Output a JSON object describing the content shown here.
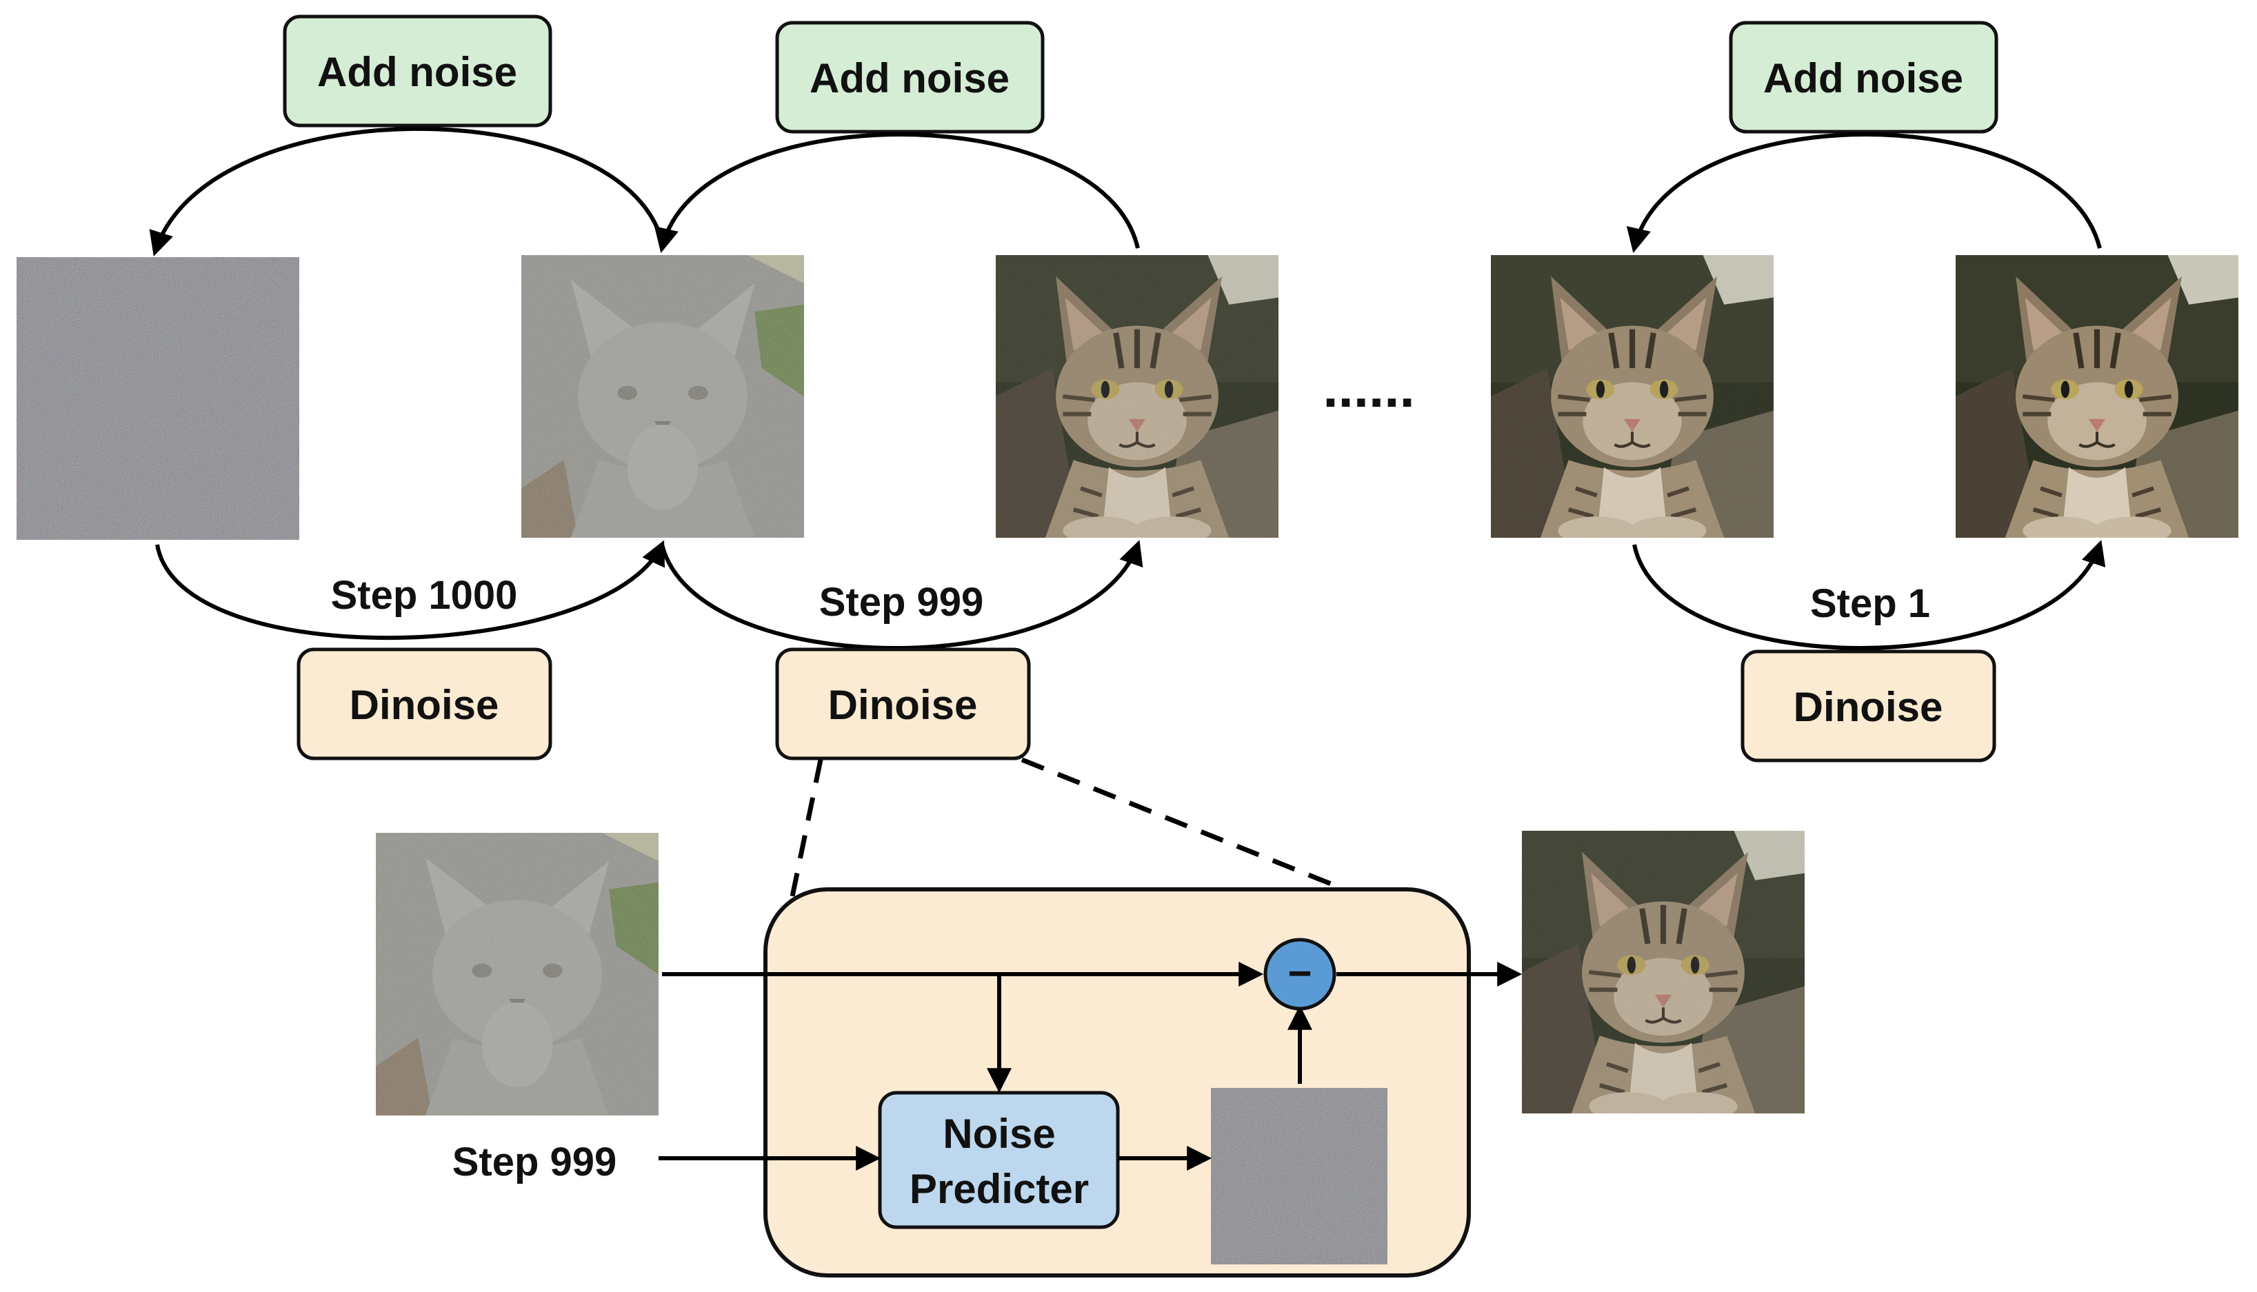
{
  "forward": {
    "add_noise_1": "Add noise",
    "add_noise_2": "Add noise",
    "add_noise_3": "Add noise"
  },
  "reverse": {
    "dinoise_1": "Dinoise",
    "dinoise_2": "Dinoise",
    "dinoise_3": "Dinoise",
    "step_1000": "Step 1000",
    "step_999": "Step 999",
    "step_1": "Step 1"
  },
  "ellipsis": "......",
  "detail": {
    "step_input": "Step 999",
    "noise_predicter_line1": "Noise",
    "noise_predicter_line2": "Predicter",
    "minus_symbol": "−"
  },
  "colors": {
    "add_noise_fill": "#d5ecd5",
    "dinoise_fill": "#fcebd3",
    "detail_panel_fill": "#fcebd3",
    "noise_predicter_fill": "#bdd7ee",
    "minus_circle_fill": "#5b9bd5",
    "noise_gray": "#3f3f45",
    "cat_brown": "#7a6a55"
  },
  "icons": {
    "pure_noise_image": "noise-image",
    "noisy_cat_image": "noisy-cat-image",
    "cat_image": "cat-image",
    "subtract_operator": "minus-circle-icon"
  }
}
